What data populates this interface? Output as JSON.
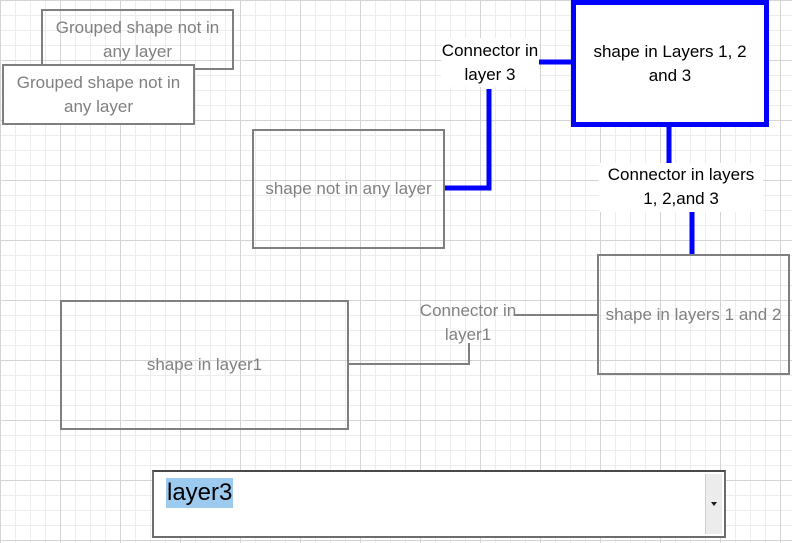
{
  "shapes": {
    "grouped_1": "Grouped shape not in any layer",
    "grouped_2": "Grouped shape not in any layer",
    "no_layer": "shape not in any layer",
    "layer1": "shape in layer1",
    "layers_1_2": "shape in layers 1 and 2",
    "layers_1_2_3": "shape in Layers 1, 2 and 3"
  },
  "connectors": {
    "layer3": "Connector in layer 3",
    "layers_1_2_3": "Connector in layers 1, 2,and 3",
    "layer1": "Connector in layer1"
  },
  "layer_select": {
    "selected": "layer3"
  },
  "colors": {
    "highlight_blue": "#0000ff",
    "shape_border": "#7f7f7f",
    "shape_text": "#808080",
    "selection_highlight": "#9dcbf0"
  },
  "icons": {
    "dropdown": "chevron-down-icon"
  }
}
